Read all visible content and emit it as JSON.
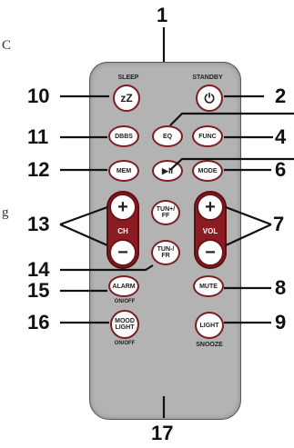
{
  "margin_letters": {
    "c": "C",
    "g": "g"
  },
  "callouts": {
    "n1": "1",
    "n2": "2",
    "n4": "4",
    "n6": "6",
    "n7": "7",
    "n8": "8",
    "n9": "9",
    "n10": "10",
    "n11": "11",
    "n12": "12",
    "n13": "13",
    "n14": "14",
    "n15": "15",
    "n16": "16",
    "n17": "17"
  },
  "labels": {
    "sleep": "SLEEP",
    "standby": "STANDBY",
    "ch": "CH",
    "vol": "VOL",
    "alarm_sub": "ON/OFF",
    "mood_sub": "ON/OFF",
    "snooze": "SNOOZE"
  },
  "buttons": {
    "sleep": "zZ",
    "standby": "⏻",
    "dbbs": "DBBS",
    "eq": "EQ",
    "func": "FUNC",
    "mem": "MEM",
    "play_pause": "▶II",
    "mode": "MODE",
    "ch_plus": "+",
    "ch_minus": "−",
    "tun_plus": "TUN+/ FF",
    "tun_minus": "TUN-/ FR",
    "vol_plus": "+",
    "vol_minus": "−",
    "alarm": "ALARM",
    "mute": "MUTE",
    "mood": "MOOD LIGHT",
    "light": "LIGHT"
  }
}
